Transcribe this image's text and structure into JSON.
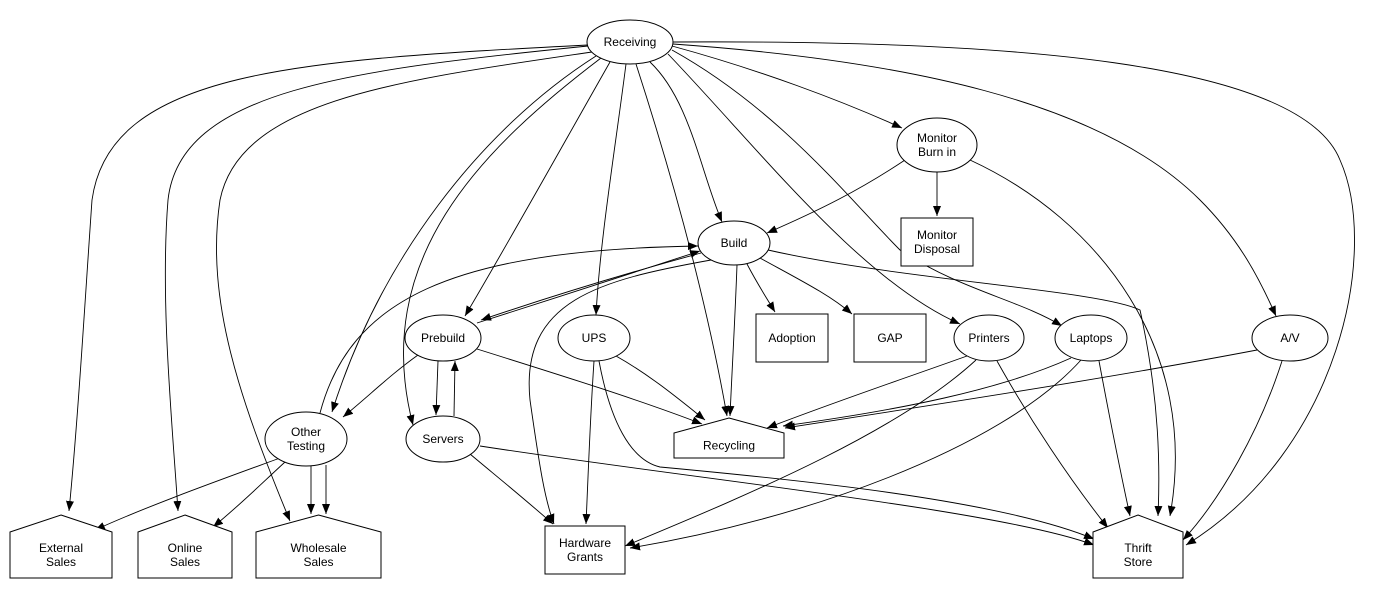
{
  "graph": {
    "nodes": [
      {
        "id": "receiving",
        "label": [
          "Receiving"
        ],
        "shape": "ellipse"
      },
      {
        "id": "monitor_burn_in",
        "label": [
          "Monitor",
          "Burn in"
        ],
        "shape": "ellipse"
      },
      {
        "id": "monitor_disposal",
        "label": [
          "Monitor",
          "Disposal"
        ],
        "shape": "box"
      },
      {
        "id": "build",
        "label": [
          "Build"
        ],
        "shape": "ellipse"
      },
      {
        "id": "prebuild",
        "label": [
          "Prebuild"
        ],
        "shape": "ellipse"
      },
      {
        "id": "ups",
        "label": [
          "UPS"
        ],
        "shape": "ellipse"
      },
      {
        "id": "adoption",
        "label": [
          "Adoption"
        ],
        "shape": "box"
      },
      {
        "id": "gap",
        "label": [
          "GAP"
        ],
        "shape": "box"
      },
      {
        "id": "printers",
        "label": [
          "Printers"
        ],
        "shape": "ellipse"
      },
      {
        "id": "laptops",
        "label": [
          "Laptops"
        ],
        "shape": "ellipse"
      },
      {
        "id": "av",
        "label": [
          "A/V"
        ],
        "shape": "ellipse"
      },
      {
        "id": "other_testing",
        "label": [
          "Other",
          "Testing"
        ],
        "shape": "ellipse"
      },
      {
        "id": "servers",
        "label": [
          "Servers"
        ],
        "shape": "ellipse"
      },
      {
        "id": "recycling",
        "label": [
          "Recycling"
        ],
        "shape": "house"
      },
      {
        "id": "external_sales",
        "label": [
          "External",
          "Sales"
        ],
        "shape": "house"
      },
      {
        "id": "online_sales",
        "label": [
          "Online",
          "Sales"
        ],
        "shape": "house"
      },
      {
        "id": "wholesale_sales",
        "label": [
          "Wholesale",
          "Sales"
        ],
        "shape": "house"
      },
      {
        "id": "hardware_grants",
        "label": [
          "Hardware",
          "Grants"
        ],
        "shape": "box"
      },
      {
        "id": "thrift_store",
        "label": [
          "Thrift",
          "Store"
        ],
        "shape": "house"
      }
    ],
    "edges": [
      {
        "from": "receiving",
        "to": "external_sales"
      },
      {
        "from": "receiving",
        "to": "online_sales"
      },
      {
        "from": "receiving",
        "to": "wholesale_sales"
      },
      {
        "from": "receiving",
        "to": "other_testing"
      },
      {
        "from": "receiving",
        "to": "servers"
      },
      {
        "from": "receiving",
        "to": "prebuild"
      },
      {
        "from": "receiving",
        "to": "ups"
      },
      {
        "from": "receiving",
        "to": "recycling"
      },
      {
        "from": "receiving",
        "to": "build"
      },
      {
        "from": "receiving",
        "to": "printers"
      },
      {
        "from": "receiving",
        "to": "laptops"
      },
      {
        "from": "receiving",
        "to": "monitor_burn_in"
      },
      {
        "from": "receiving",
        "to": "av"
      },
      {
        "from": "receiving",
        "to": "thrift_store"
      },
      {
        "from": "monitor_burn_in",
        "to": "build"
      },
      {
        "from": "monitor_burn_in",
        "to": "monitor_disposal"
      },
      {
        "from": "monitor_burn_in",
        "to": "thrift_store"
      },
      {
        "from": "build",
        "to": "prebuild"
      },
      {
        "from": "prebuild",
        "to": "build"
      },
      {
        "from": "other_testing",
        "to": "build"
      },
      {
        "from": "build",
        "to": "hardware_grants"
      },
      {
        "from": "build",
        "to": "recycling"
      },
      {
        "from": "build",
        "to": "adoption"
      },
      {
        "from": "build",
        "to": "gap"
      },
      {
        "from": "build",
        "to": "thrift_store"
      },
      {
        "from": "prebuild",
        "to": "other_testing"
      },
      {
        "from": "prebuild",
        "to": "servers"
      },
      {
        "from": "servers",
        "to": "prebuild"
      },
      {
        "from": "prebuild",
        "to": "recycling"
      },
      {
        "from": "ups",
        "to": "recycling"
      },
      {
        "from": "ups",
        "to": "hardware_grants"
      },
      {
        "from": "ups",
        "to": "thrift_store"
      },
      {
        "from": "servers",
        "to": "hardware_grants"
      },
      {
        "from": "servers",
        "to": "thrift_store"
      },
      {
        "from": "printers",
        "to": "recycling"
      },
      {
        "from": "printers",
        "to": "hardware_grants"
      },
      {
        "from": "printers",
        "to": "thrift_store"
      },
      {
        "from": "laptops",
        "to": "recycling"
      },
      {
        "from": "laptops",
        "to": "hardware_grants"
      },
      {
        "from": "laptops",
        "to": "thrift_store"
      },
      {
        "from": "av",
        "to": "recycling"
      },
      {
        "from": "av",
        "to": "thrift_store"
      },
      {
        "from": "other_testing",
        "to": "external_sales"
      },
      {
        "from": "other_testing",
        "to": "online_sales"
      },
      {
        "from": "other_testing",
        "to": "wholesale_sales"
      },
      {
        "from": "other_testing",
        "to": "wholesale_sales"
      }
    ]
  }
}
